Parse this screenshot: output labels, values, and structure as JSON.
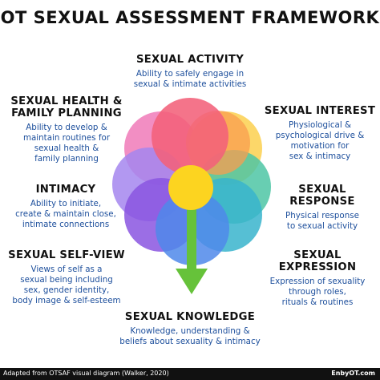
{
  "title": "OT SEXUAL ASSESSMENT FRAMEWORK",
  "sections": {
    "sexual_activity": {
      "heading": "SEXUAL ACTIVITY",
      "lines": [
        "Ability to safely engage in",
        "sexual & intimate activities"
      ]
    },
    "sexual_health": {
      "heading_lines": [
        "SEXUAL HEALTH &",
        "FAMILY PLANNING"
      ],
      "lines": [
        "Ability to develop &",
        "maintain routines for",
        "sexual health &",
        "family planning"
      ]
    },
    "sexual_interest": {
      "heading": "SEXUAL INTEREST",
      "lines": [
        "Physiological &",
        "psychological drive &",
        "motivation for",
        "sex & intimacy"
      ]
    },
    "intimacy": {
      "heading": "INTIMACY",
      "lines": [
        "Ability to initiate,",
        "create & maintain close,",
        "intimate connections"
      ]
    },
    "sexual_response": {
      "heading": "SEXUAL RESPONSE",
      "lines": [
        "Physical response",
        "to sexual activity"
      ]
    },
    "sexual_self_view": {
      "heading": "SEXUAL SELF-VIEW",
      "lines": [
        "Views of self as a",
        "sexual being including",
        "sex, gender identity,",
        "body image & self-esteem"
      ]
    },
    "sexual_expression": {
      "heading": "SEXUAL EXPRESSION",
      "lines": [
        "Expression of sexuality",
        "through roles,",
        "rituals & routines"
      ]
    },
    "sexual_knowledge": {
      "heading": "SEXUAL KNOWLEDGE",
      "lines": [
        "Knowledge, understanding &",
        "beliefs about sexuality & intimacy"
      ]
    }
  },
  "footer": {
    "left": "Adapted from OTSAF visual diagram (Walker, 2020)",
    "right": "EnbyOT.com"
  },
  "colors": {
    "petal_top": "#f2617a",
    "petal_upper_left": "#f07ab8",
    "petal_upper_right": "#fbd04f",
    "petal_left": "#a586ee",
    "petal_right": "#4ec6a4",
    "petal_lower_left": "#8a55e0",
    "petal_bottom": "#4f88ea",
    "petal_lower_right": "#38b4cc",
    "petal_orange": "#f99d4f",
    "center": "#fcd420",
    "stem": "#66c23a",
    "description_text": "#1d4f9c"
  }
}
